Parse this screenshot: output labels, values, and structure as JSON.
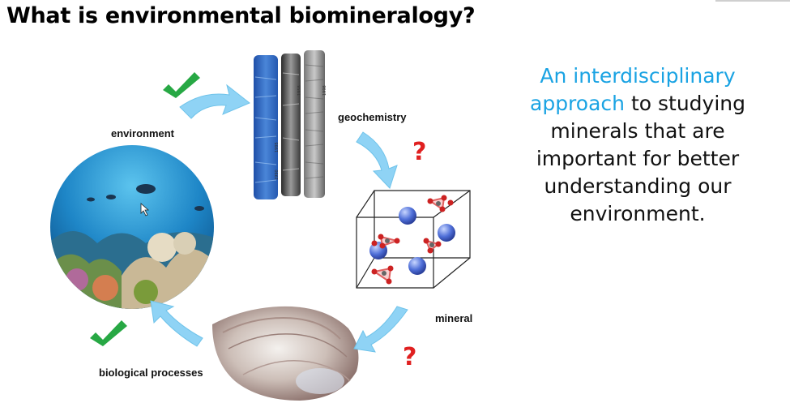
{
  "slide": {
    "title": "What is environmental biomineralogy?"
  },
  "labels": {
    "environment": "environment",
    "geochemistry": "geochemistry",
    "mineral": "mineral",
    "biological_processes": "biological processes"
  },
  "description": {
    "highlight_1": "An interdisciplinary",
    "highlight_2": "approach",
    "rest_1": " to studying",
    "line_3": "minerals that are",
    "line_4": "important for better",
    "line_5": "understanding our",
    "line_6": "environment."
  },
  "cores": {
    "a": "1995",
    "b": "1990",
    "c": "1958",
    "d": "1998"
  },
  "marks": {
    "question": "?"
  },
  "icons": [
    "check-icon",
    "check-icon",
    "question-mark-icon",
    "question-mark-icon",
    "cycle-arrow-icon",
    "cursor-icon"
  ],
  "colors": {
    "accent_text": "#1aa3e3",
    "arrow_fill": "#8fd3f5",
    "check_green": "#27a844",
    "question_red": "#e02020"
  }
}
